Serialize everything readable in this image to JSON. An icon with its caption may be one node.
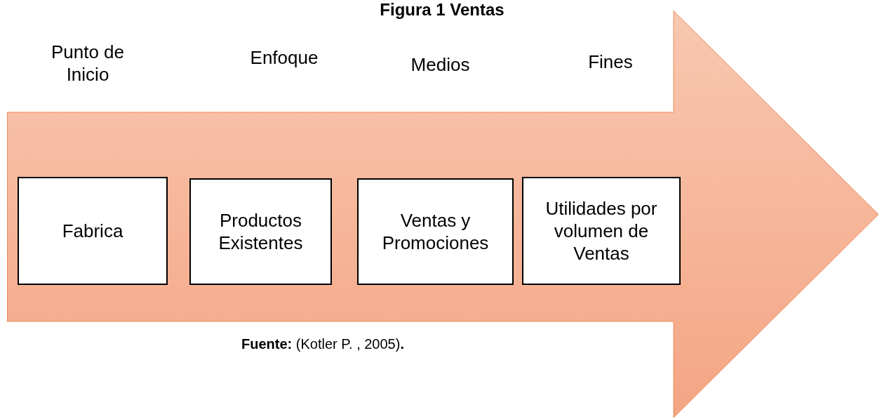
{
  "diagram": {
    "title": "Figura 1 Ventas",
    "caption": "**Fuente:** (Kotler P. , 2005)**.**",
    "nodes": [
      {
        "text": [],
        "shape": "arrow"
      },
      {
        "text": [
          "Fabrica"
        ],
        "in": 0
      },
      {
        "text": [
          "Productos Existentes"
        ],
        "in": 0
      },
      {
        "text": [
          "Ventas y Promociones"
        ],
        "in": 0
      },
      {
        "text": [
          "Utilidades por volumen de Ventas"
        ],
        "in": 0
      }
    ],
    "labels": [
      "Punto de Inicio",
      "Enfoque",
      "Medios",
      "Fines"
    ]
  }
}
